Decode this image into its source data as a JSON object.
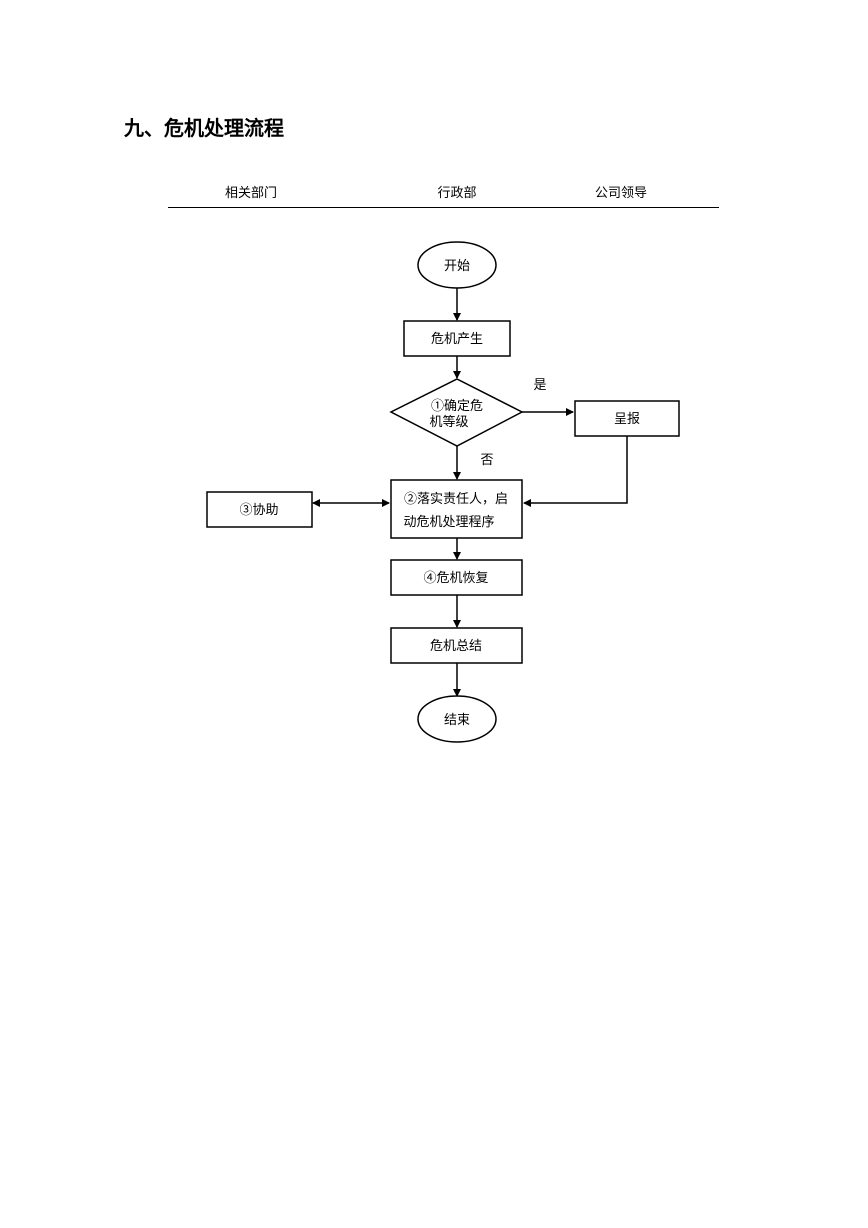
{
  "page": {
    "title": "九、危机处理流程"
  },
  "columns": {
    "related_dept": "相关部门",
    "admin_dept": "行政部",
    "company_leader": "公司领导"
  },
  "flow": {
    "start": "开始",
    "crisis_occurs": "危机产生",
    "determine_line1": "①确定危",
    "determine_line2": "机等级",
    "yes_label": "是",
    "no_label": "否",
    "report": "呈报",
    "assist": "③协助",
    "implement_line1": "②落实责任人，启",
    "implement_line2": "动危机处理程序",
    "recovery": "④危机恢复",
    "summary": "危机总结",
    "end": "结束"
  }
}
